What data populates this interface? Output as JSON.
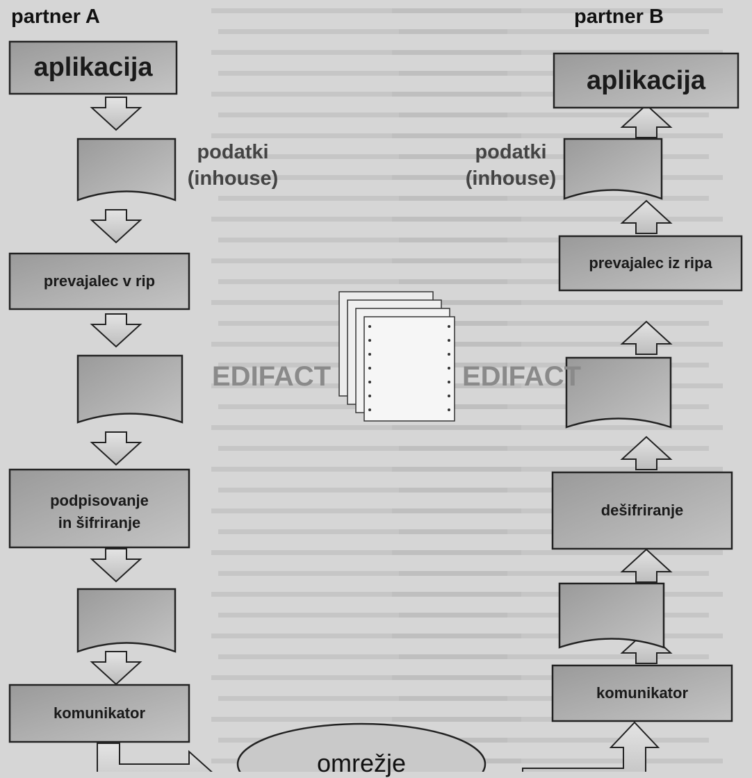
{
  "partner_a": {
    "title": "partner A",
    "steps": [
      "aplikacija",
      "podatki\n(inhouse)",
      "prevajalec v rip",
      "podpisovanje\nin šifriranje",
      "komunikator"
    ]
  },
  "partner_b": {
    "title": "partner B",
    "steps": [
      "aplikacija",
      "podatki\n(inhouse)",
      "prevajalec iz ripa",
      "dešifriranje",
      "komunikator"
    ]
  },
  "edifact_label": "EDIFACT",
  "network_label": "omrežje"
}
